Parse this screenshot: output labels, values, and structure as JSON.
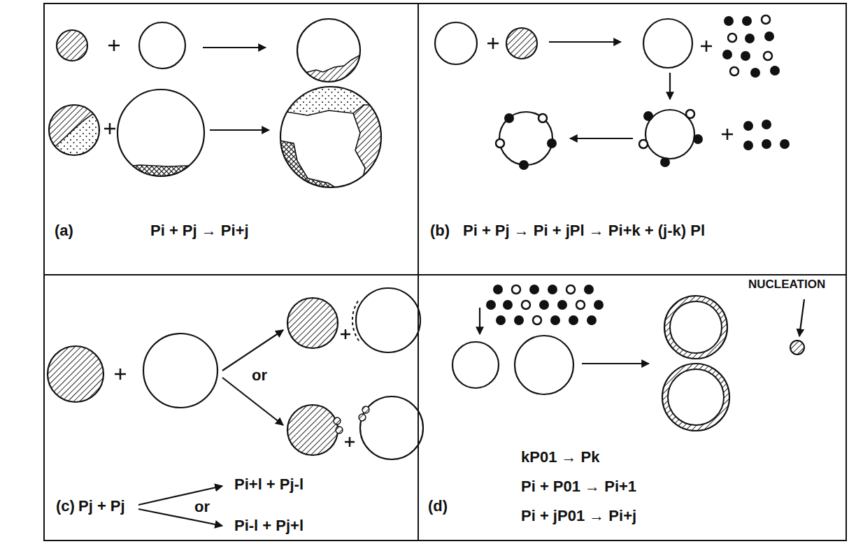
{
  "diagram": {
    "nodes": [
      {
        "text": [
          "(a)",
          "Pi + Pj → Pi+j"
        ]
      },
      {
        "text": [
          "(b)",
          "Pi + Pj → Pi + jPl → Pi+k + (j-k) Pl"
        ]
      },
      {
        "text": [
          "or",
          "(c)",
          "Pj + Pj",
          "Pi+l + Pj-l",
          "or",
          "Pi-l + Pj+l"
        ]
      },
      {
        "text": [
          "NUCLEATION",
          "(d)",
          "kP01 → Pk",
          "Pi + P01 → Pi+1",
          "Pi + jP01 → Pi+j"
        ]
      }
    ]
  }
}
